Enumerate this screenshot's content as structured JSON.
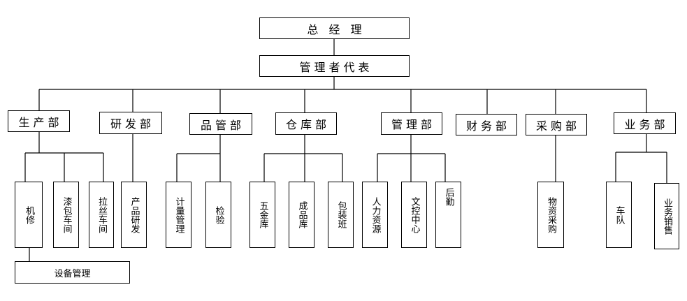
{
  "top": {
    "ceo": "总 经 理",
    "rep": "管理者代表"
  },
  "departments": {
    "production": "生产部",
    "rnd": "研发部",
    "quality": "品管部",
    "warehouse": "仓库部",
    "management": "管理部",
    "finance": "财务部",
    "purchasing": "采购部",
    "business": "业务部"
  },
  "units": {
    "machine_repair": "机修",
    "paint_pack": "漆包车间",
    "wire_draw": "拉丝车间",
    "product_dev": "产品研发",
    "metrology": "计量管理",
    "inspection": "检验",
    "hardware_store": "五金库",
    "finished_store": "成品库",
    "packing_team": "包装班",
    "hr": "人力资源",
    "doc_center": "文控中心",
    "logistics": "后勤",
    "materials": "物资采购",
    "fleet": "车队",
    "sales": "业务销售",
    "equipment": "设备管理"
  }
}
